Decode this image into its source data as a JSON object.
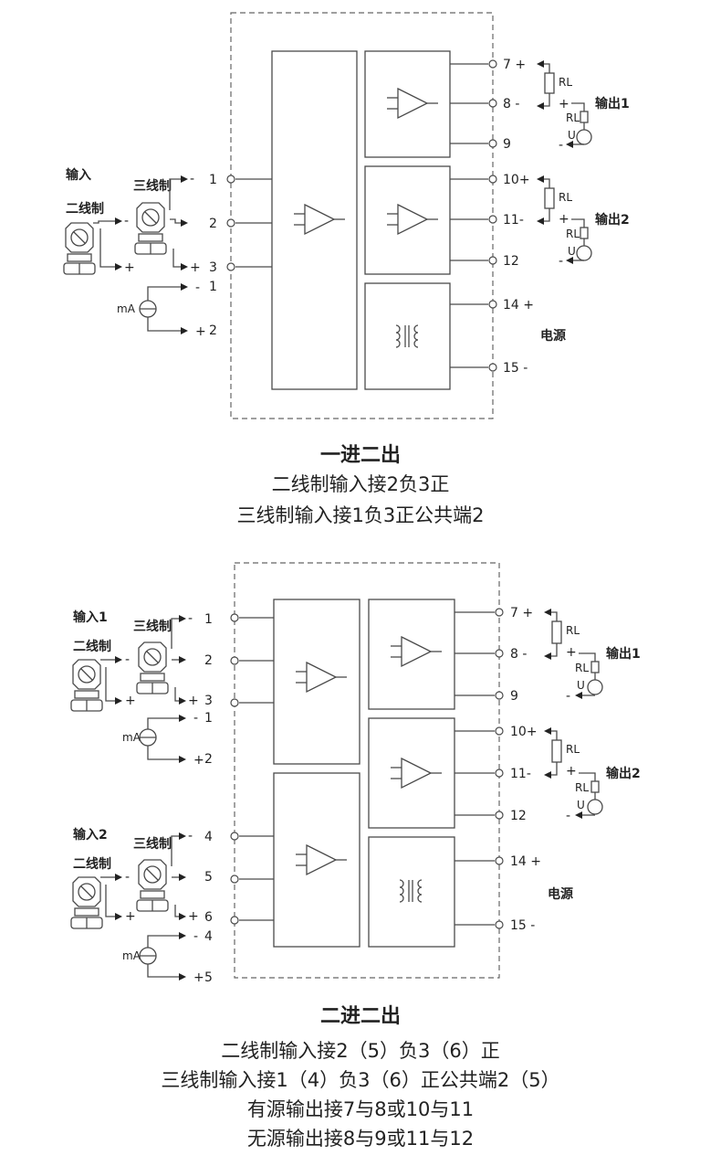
{
  "diagram1": {
    "input_label": "输入",
    "two_wire": "二线制",
    "three_wire": "三线制",
    "in_terms": [
      "1",
      "2",
      "3"
    ],
    "ma_label": "mA",
    "ma_terms": [
      "1",
      "2"
    ],
    "out_terms": [
      "7 +",
      "8 -",
      "9",
      "10+",
      "11-",
      "12",
      "14 +",
      "15 -"
    ],
    "out1": "输出1",
    "out2": "输出2",
    "rl": "RL",
    "u": "U",
    "power": "电源",
    "caption": {
      "title": "一进二出",
      "lines": [
        "二线制输入接2负3正",
        "三线制输入接1负3正公共端2"
      ]
    }
  },
  "diagram2": {
    "input1_label": "输入1",
    "input2_label": "输入2",
    "two_wire": "二线制",
    "three_wire": "三线制",
    "in_terms_a": [
      "1",
      "2",
      "3"
    ],
    "in_terms_b": [
      "4",
      "5",
      "6"
    ],
    "ma_label": "mA",
    "ma_terms_a": [
      "1",
      "2"
    ],
    "ma_terms_b": [
      "4",
      "5"
    ],
    "out_terms": [
      "7 +",
      "8 -",
      "9",
      "10+",
      "11-",
      "12",
      "14 +",
      "15 -"
    ],
    "out1": "输出1",
    "out2": "输出2",
    "rl": "RL",
    "u": "U",
    "power": "电源",
    "caption": {
      "title": "二进二出",
      "lines": [
        "二线制输入接2（5）负3（6）正",
        "三线制输入接1（4）负3（6）正公共端2（5）",
        "有源输出接7与8或10与11",
        "无源输出接8与9或11与12"
      ]
    }
  },
  "sign_minus": "-",
  "sign_plus": "+"
}
